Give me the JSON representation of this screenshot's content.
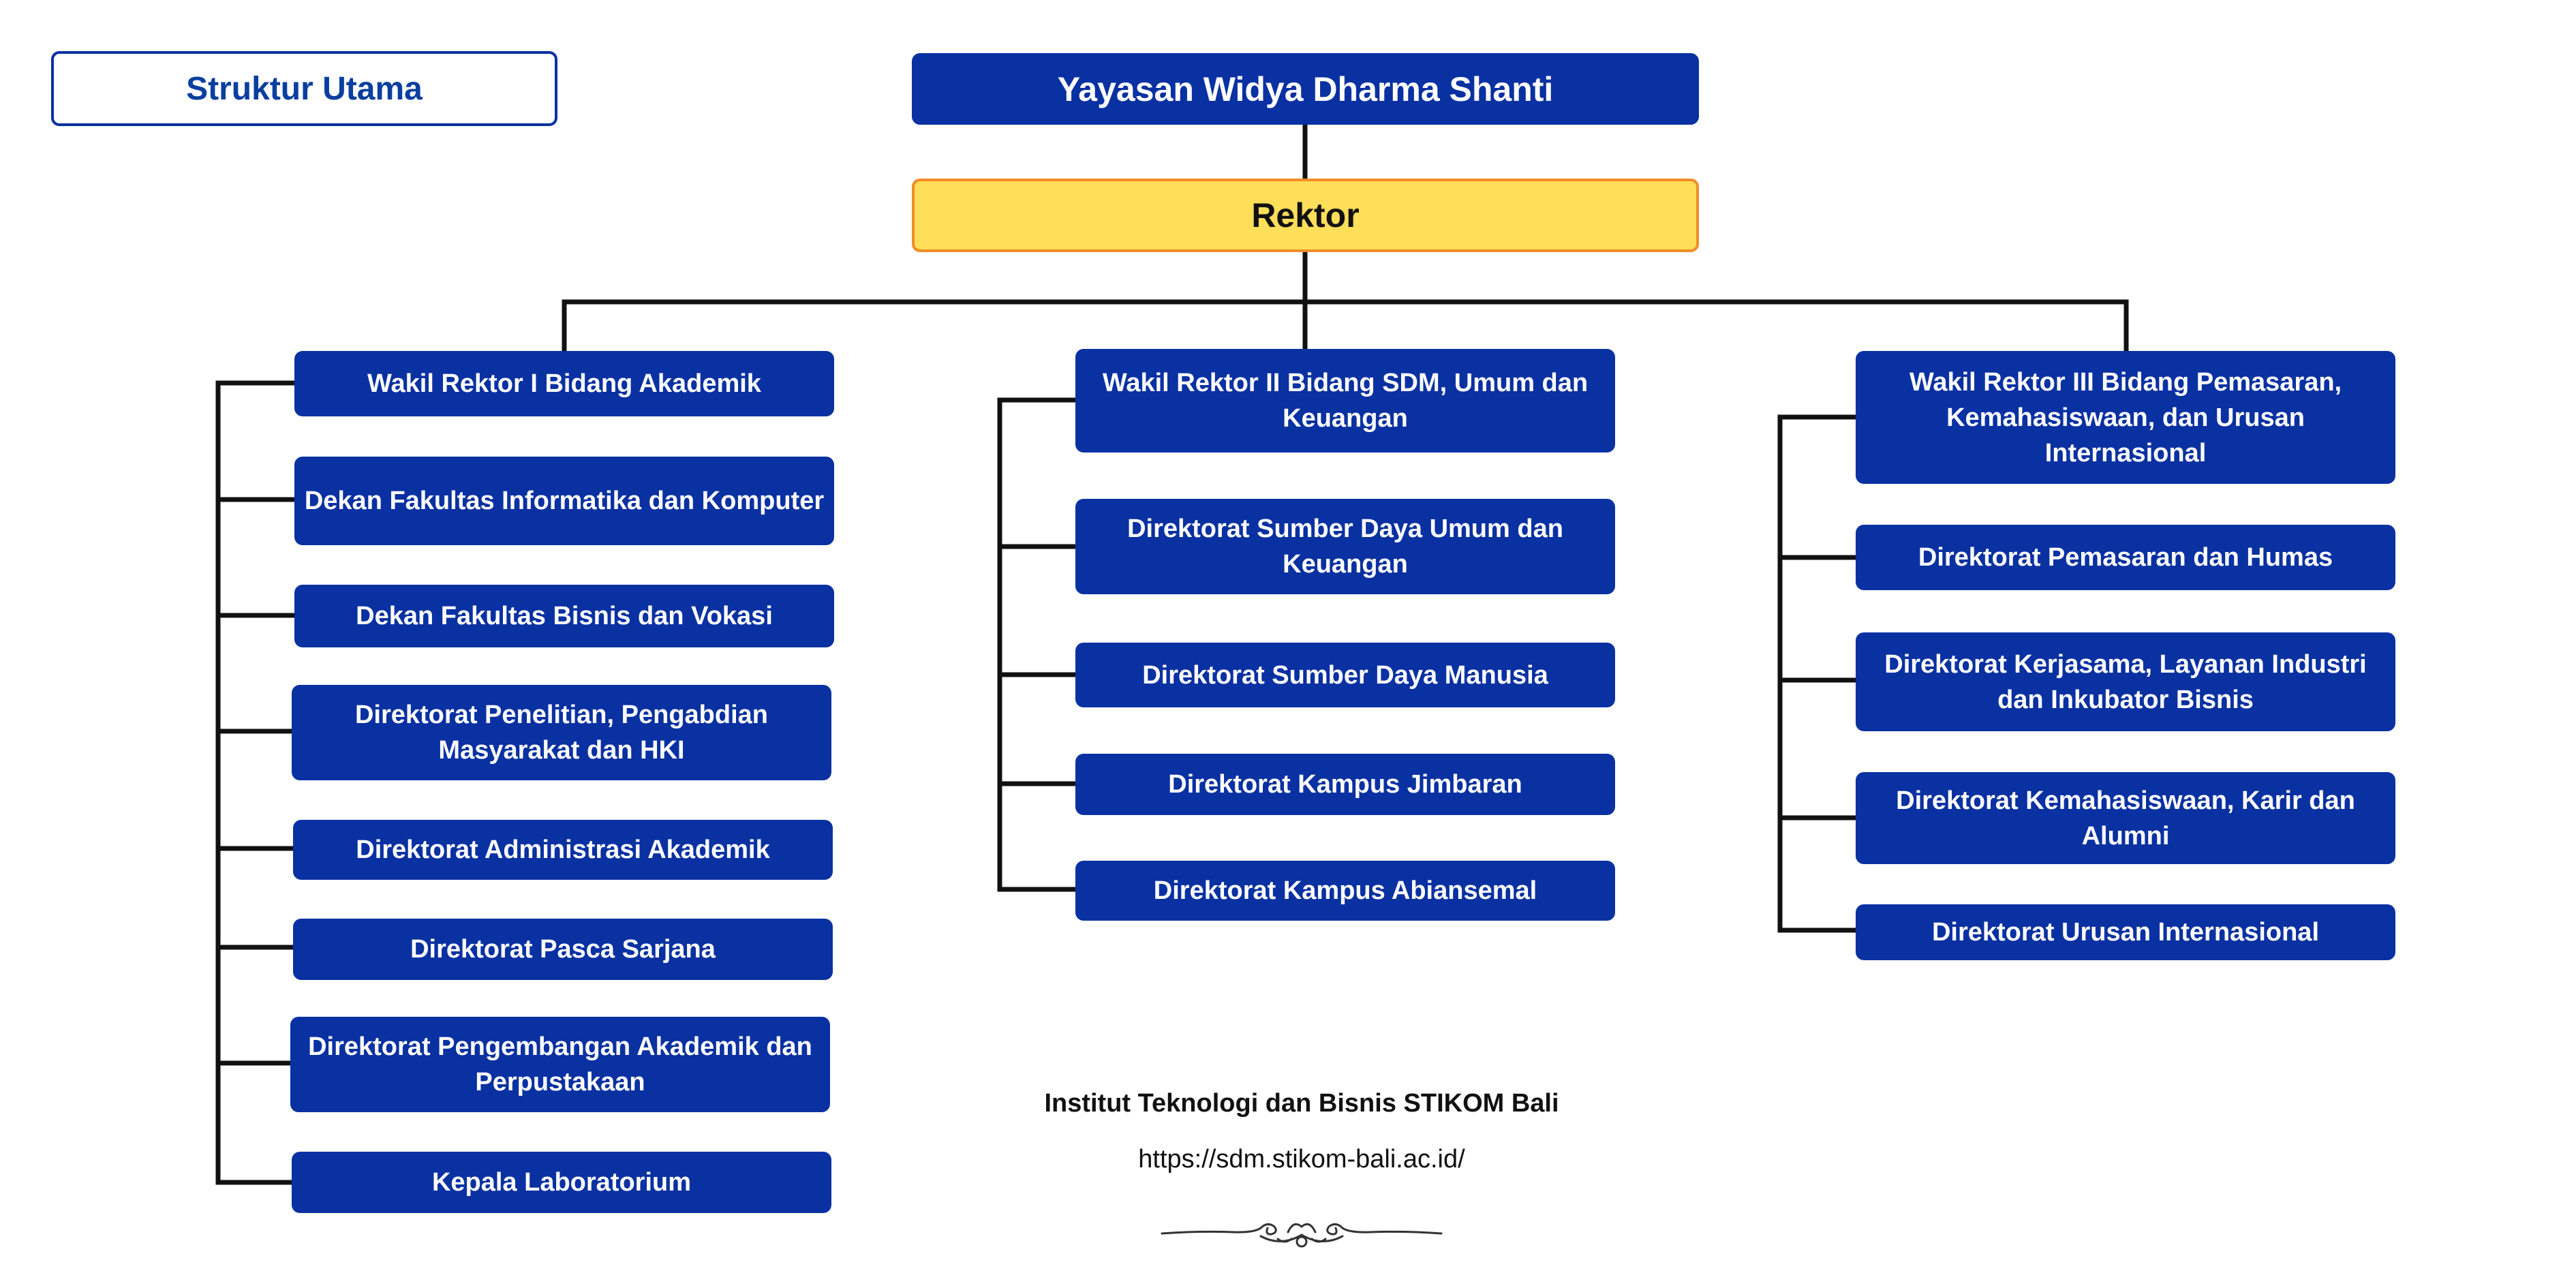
{
  "badge": {
    "label": "Struktur Utama"
  },
  "top": {
    "label": "Yayasan Widya Dharma Shanti"
  },
  "rektor": {
    "label": "Rektor"
  },
  "columns": [
    {
      "head": "Wakil Rektor I Bidang Akademik",
      "items": [
        "Dekan Fakultas Informatika dan Komputer",
        "Dekan Fakultas Bisnis dan Vokasi",
        "Direktorat Penelitian, Pengabdian Masyarakat dan HKI",
        "Direktorat Administrasi Akademik",
        "Direktorat Pasca Sarjana",
        "Direktorat Pengembangan Akademik dan Perpustakaan",
        "Kepala Laboratorium"
      ]
    },
    {
      "head": "Wakil Rektor II Bidang SDM, Umum dan Keuangan",
      "items": [
        "Direktorat Sumber Daya Umum dan Keuangan",
        "Direktorat Sumber Daya Manusia",
        "Direktorat Kampus Jimbaran",
        "Direktorat Kampus Abiansemal"
      ]
    },
    {
      "head": "Wakil Rektor III Bidang Pemasaran, Kemahasiswaan, dan Urusan Internasional",
      "items": [
        "Direktorat Pemasaran dan Humas",
        "Direktorat Kerjasama, Layanan Industri dan Inkubator Bisnis",
        "Direktorat Kemahasiswaan, Karir dan Alumni",
        "Direktorat Urusan Internasional"
      ]
    }
  ],
  "footer": {
    "institution": "Institut Teknologi dan Bisnis STIKOM Bali",
    "url": "https://sdm.stikom-bali.ac.id/"
  },
  "colors": {
    "box_blue": "#0a31a2",
    "rektor_yellow": "#ffde59",
    "rektor_border": "#f28c28",
    "badge_text": "#0a3fa0"
  }
}
